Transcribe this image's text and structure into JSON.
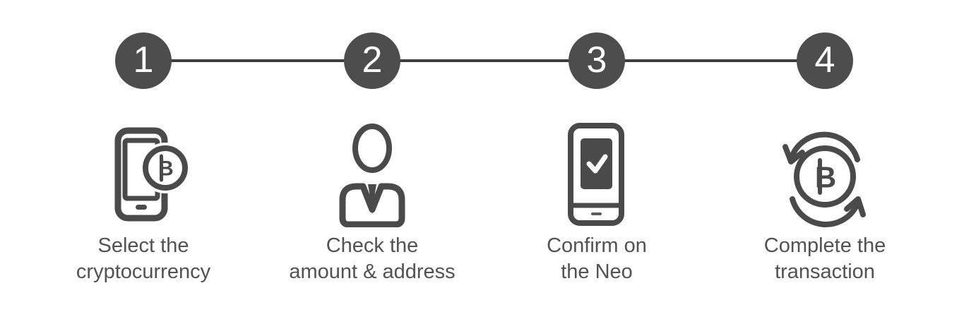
{
  "colors": {
    "ink": "#4a4a4a",
    "connector": "#3e3e3e",
    "circle_fill": "#4d4d4d",
    "number_text": "#ffffff",
    "label_text": "#525252",
    "background": "#ffffff",
    "check_mark": "#ffffff"
  },
  "bitcoin_symbol": "B",
  "steps": [
    {
      "number": "1",
      "icon": "phone-bitcoin-icon",
      "label_lines": [
        "Select the",
        "cryptocurrency"
      ]
    },
    {
      "number": "2",
      "icon": "person-icon",
      "label_lines": [
        "Check the",
        "amount & address"
      ]
    },
    {
      "number": "3",
      "icon": "device-confirm-icon",
      "label_lines": [
        "Confirm on",
        "the Neo"
      ]
    },
    {
      "number": "4",
      "icon": "bitcoin-cycle-icon",
      "label_lines": [
        "Complete the",
        "transaction"
      ]
    }
  ]
}
